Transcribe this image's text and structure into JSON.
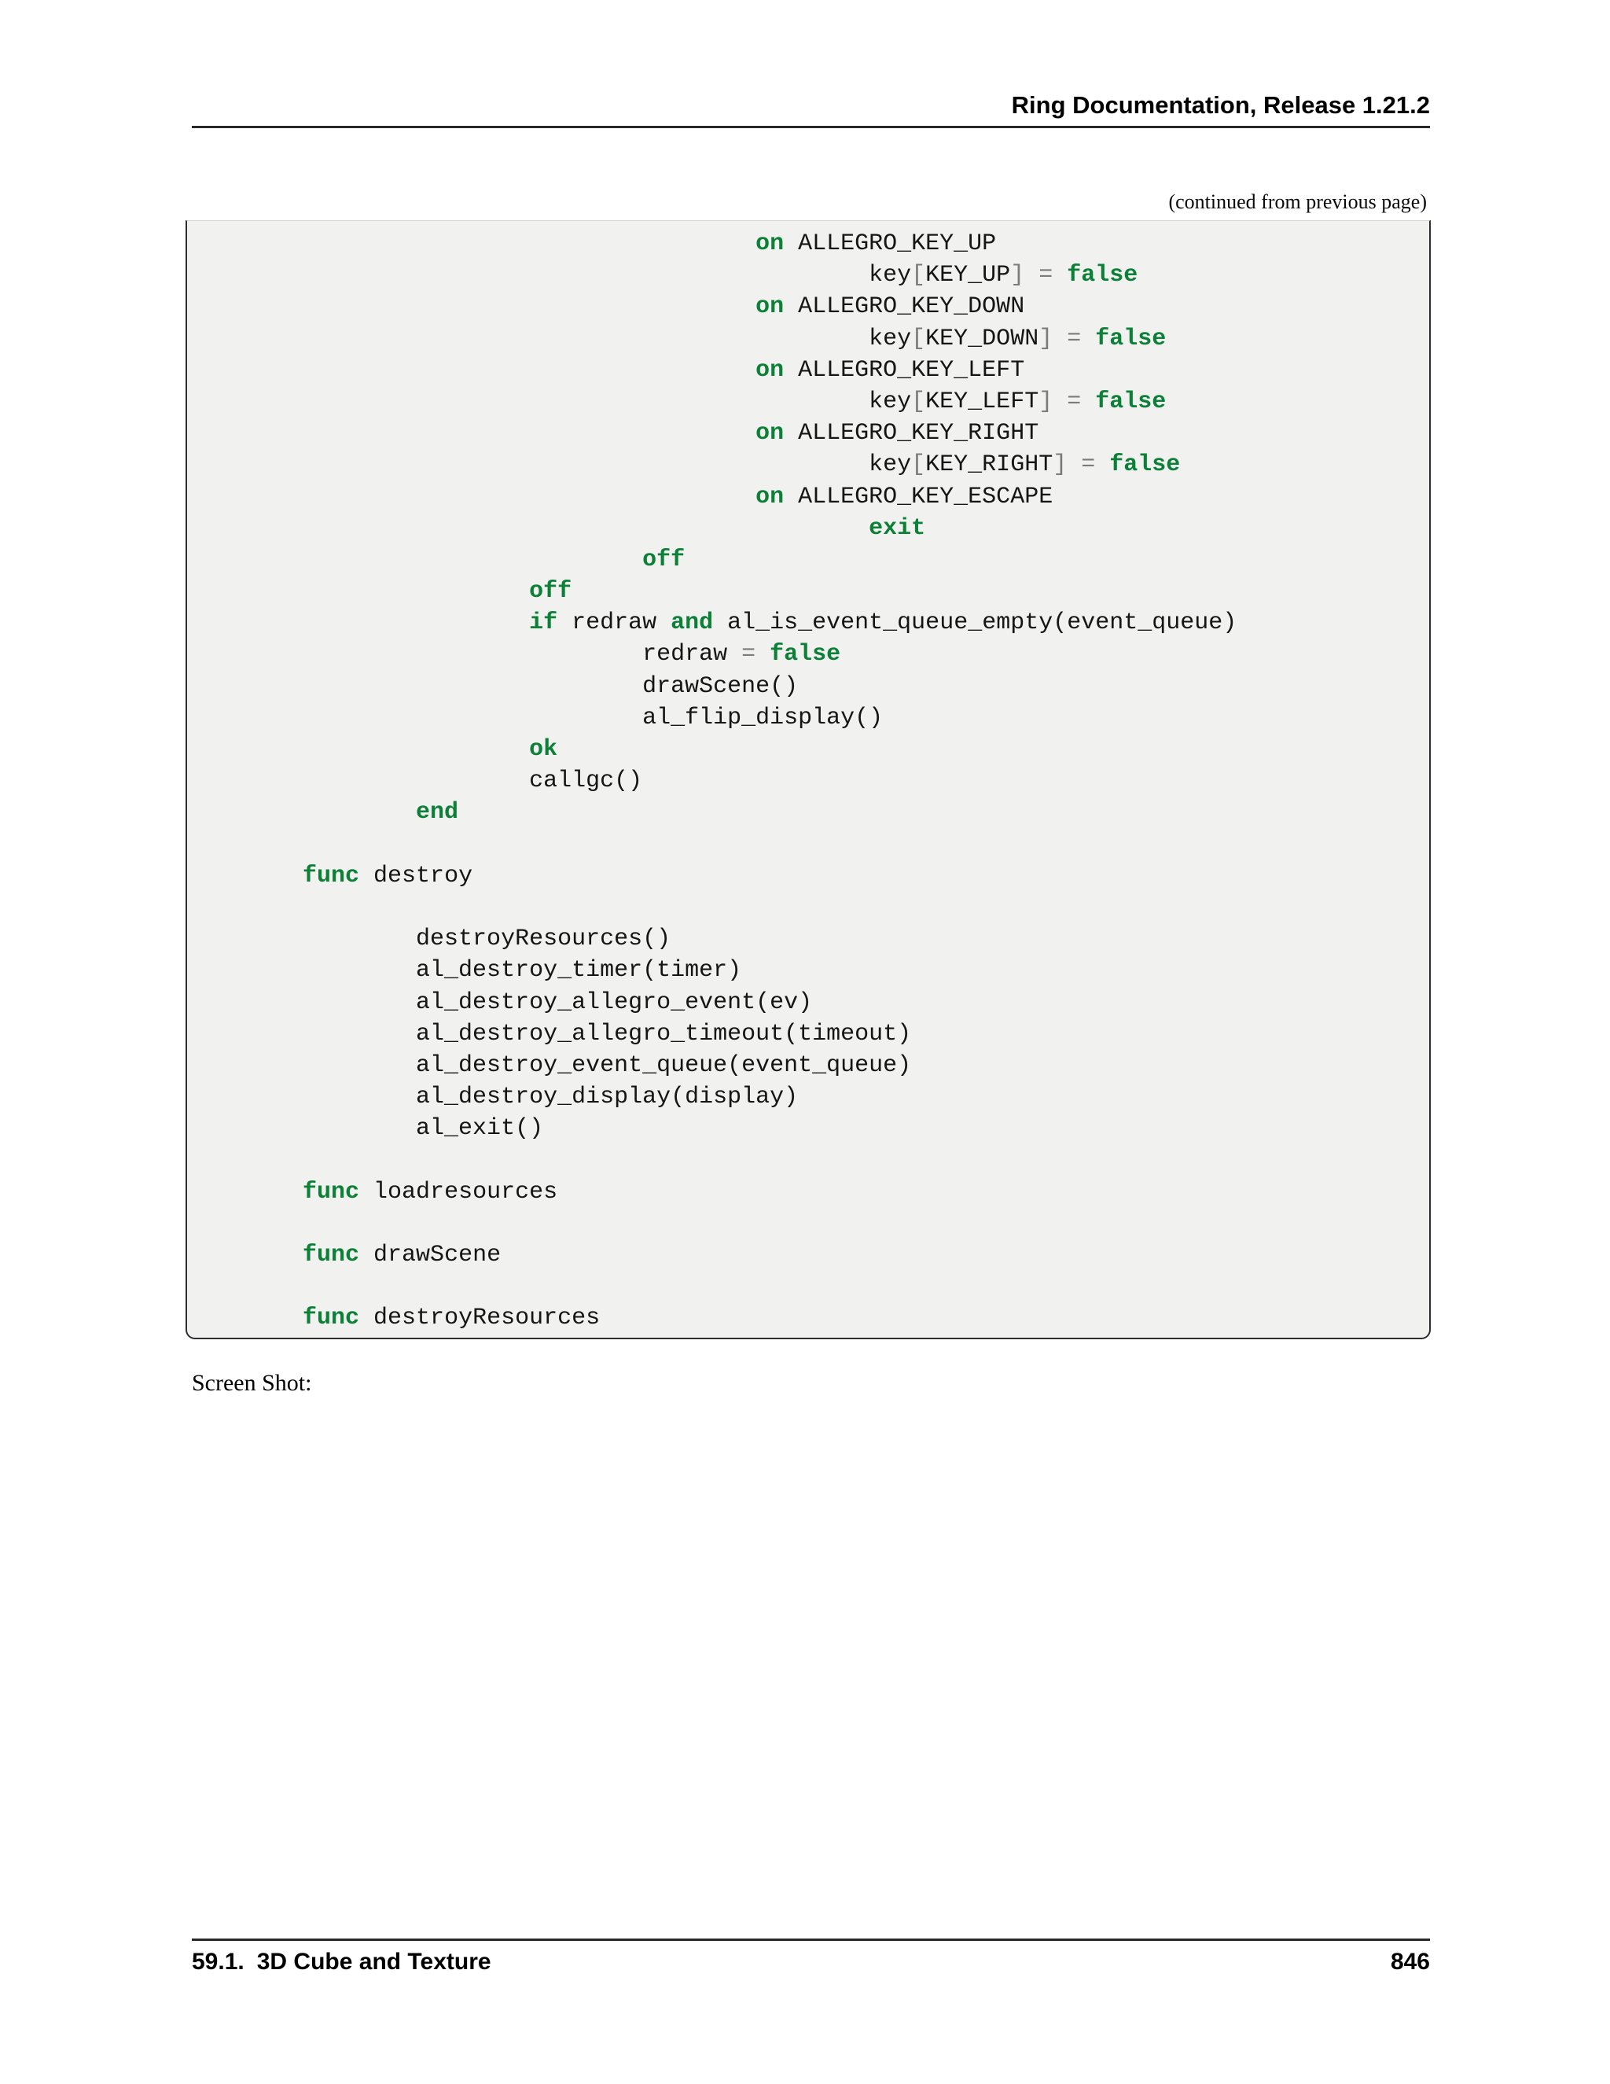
{
  "header": {
    "title": "Ring Documentation, Release 1.21.2"
  },
  "continued_note": "(continued from previous page)",
  "caption": "Screen Shot:",
  "footer": {
    "section_number": "59.1.",
    "section_title": "3D Cube and Texture",
    "page_number": "846"
  },
  "code_block": {
    "language": "ring",
    "colors": {
      "keyword": "#0D8038",
      "operator": "#7B7B7B",
      "text": "#151515",
      "background": "#F1F1F0",
      "border": "#2E2E2E",
      "rule": "#282828"
    },
    "lines": [
      [
        {
          "c": "n",
          "t": "                                        "
        },
        {
          "c": "k",
          "t": "on"
        },
        {
          "c": "n",
          "t": " ALLEGRO_KEY_UP"
        }
      ],
      [
        {
          "c": "n",
          "t": "                                                key"
        },
        {
          "c": "o",
          "t": "["
        },
        {
          "c": "n",
          "t": "KEY_UP"
        },
        {
          "c": "o",
          "t": "]"
        },
        {
          "c": "n",
          "t": " "
        },
        {
          "c": "o",
          "t": "="
        },
        {
          "c": "n",
          "t": " "
        },
        {
          "c": "k",
          "t": "false"
        }
      ],
      [
        {
          "c": "n",
          "t": "                                        "
        },
        {
          "c": "k",
          "t": "on"
        },
        {
          "c": "n",
          "t": " ALLEGRO_KEY_DOWN"
        }
      ],
      [
        {
          "c": "n",
          "t": "                                                key"
        },
        {
          "c": "o",
          "t": "["
        },
        {
          "c": "n",
          "t": "KEY_DOWN"
        },
        {
          "c": "o",
          "t": "]"
        },
        {
          "c": "n",
          "t": " "
        },
        {
          "c": "o",
          "t": "="
        },
        {
          "c": "n",
          "t": " "
        },
        {
          "c": "k",
          "t": "false"
        }
      ],
      [
        {
          "c": "n",
          "t": "                                        "
        },
        {
          "c": "k",
          "t": "on"
        },
        {
          "c": "n",
          "t": " ALLEGRO_KEY_LEFT"
        }
      ],
      [
        {
          "c": "n",
          "t": "                                                key"
        },
        {
          "c": "o",
          "t": "["
        },
        {
          "c": "n",
          "t": "KEY_LEFT"
        },
        {
          "c": "o",
          "t": "]"
        },
        {
          "c": "n",
          "t": " "
        },
        {
          "c": "o",
          "t": "="
        },
        {
          "c": "n",
          "t": " "
        },
        {
          "c": "k",
          "t": "false"
        }
      ],
      [
        {
          "c": "n",
          "t": "                                        "
        },
        {
          "c": "k",
          "t": "on"
        },
        {
          "c": "n",
          "t": " ALLEGRO_KEY_RIGHT"
        }
      ],
      [
        {
          "c": "n",
          "t": "                                                key"
        },
        {
          "c": "o",
          "t": "["
        },
        {
          "c": "n",
          "t": "KEY_RIGHT"
        },
        {
          "c": "o",
          "t": "]"
        },
        {
          "c": "n",
          "t": " "
        },
        {
          "c": "o",
          "t": "="
        },
        {
          "c": "n",
          "t": " "
        },
        {
          "c": "k",
          "t": "false"
        }
      ],
      [
        {
          "c": "n",
          "t": "                                        "
        },
        {
          "c": "k",
          "t": "on"
        },
        {
          "c": "n",
          "t": " ALLEGRO_KEY_ESCAPE"
        }
      ],
      [
        {
          "c": "n",
          "t": "                                                "
        },
        {
          "c": "k",
          "t": "exit"
        }
      ],
      [
        {
          "c": "n",
          "t": "                                "
        },
        {
          "c": "k",
          "t": "off"
        }
      ],
      [
        {
          "c": "n",
          "t": "                        "
        },
        {
          "c": "k",
          "t": "off"
        }
      ],
      [
        {
          "c": "n",
          "t": "                        "
        },
        {
          "c": "k",
          "t": "if"
        },
        {
          "c": "n",
          "t": " redraw "
        },
        {
          "c": "k",
          "t": "and"
        },
        {
          "c": "n",
          "t": " al_is_event_queue_empty(event_queue)"
        }
      ],
      [
        {
          "c": "n",
          "t": "                                redraw "
        },
        {
          "c": "o",
          "t": "="
        },
        {
          "c": "n",
          "t": " "
        },
        {
          "c": "k",
          "t": "false"
        }
      ],
      [
        {
          "c": "n",
          "t": "                                drawScene()"
        }
      ],
      [
        {
          "c": "n",
          "t": "                                al_flip_display()"
        }
      ],
      [
        {
          "c": "n",
          "t": "                        "
        },
        {
          "c": "k",
          "t": "ok"
        }
      ],
      [
        {
          "c": "n",
          "t": "                        callgc()"
        }
      ],
      [
        {
          "c": "n",
          "t": "                "
        },
        {
          "c": "k",
          "t": "end"
        }
      ],
      [],
      [
        {
          "c": "n",
          "t": "        "
        },
        {
          "c": "k",
          "t": "func"
        },
        {
          "c": "n",
          "t": " destroy"
        }
      ],
      [],
      [
        {
          "c": "n",
          "t": "                destroyResources()"
        }
      ],
      [
        {
          "c": "n",
          "t": "                al_destroy_timer(timer)"
        }
      ],
      [
        {
          "c": "n",
          "t": "                al_destroy_allegro_event(ev)"
        }
      ],
      [
        {
          "c": "n",
          "t": "                al_destroy_allegro_timeout(timeout)"
        }
      ],
      [
        {
          "c": "n",
          "t": "                al_destroy_event_queue(event_queue)"
        }
      ],
      [
        {
          "c": "n",
          "t": "                al_destroy_display(display)"
        }
      ],
      [
        {
          "c": "n",
          "t": "                al_exit()"
        }
      ],
      [],
      [
        {
          "c": "n",
          "t": "        "
        },
        {
          "c": "k",
          "t": "func"
        },
        {
          "c": "n",
          "t": " loadresources"
        }
      ],
      [],
      [
        {
          "c": "n",
          "t": "        "
        },
        {
          "c": "k",
          "t": "func"
        },
        {
          "c": "n",
          "t": " drawScene"
        }
      ],
      [],
      [
        {
          "c": "n",
          "t": "        "
        },
        {
          "c": "k",
          "t": "func"
        },
        {
          "c": "n",
          "t": " destroyResources"
        }
      ]
    ]
  }
}
